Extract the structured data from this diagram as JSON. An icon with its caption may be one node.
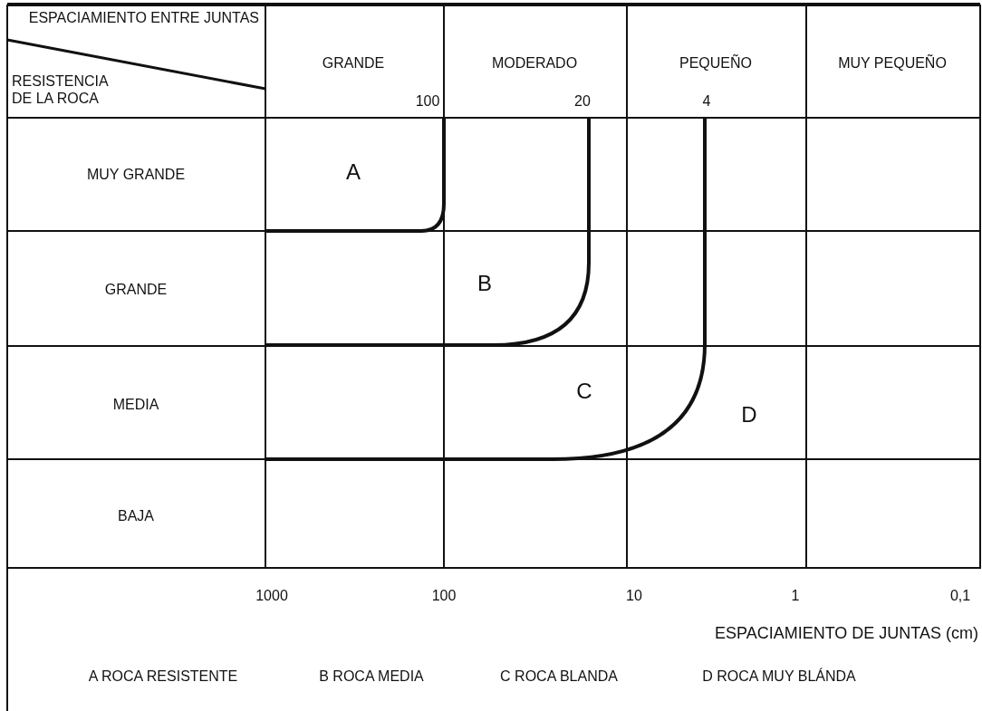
{
  "diagram": {
    "labels": [
      "ESPACIAMIENTO ENTRE JUNTAS",
      "GRANDE",
      "MODERADO",
      "PEQUEÑO",
      "MUY PEQUEÑO",
      "RESISTENCIA DE LA ROCA",
      "100",
      "20",
      "4",
      "MUY GRANDE",
      "A",
      "GRANDE",
      "B",
      "MEDIA",
      "C",
      "D",
      "BAJA",
      "1000",
      "100",
      "10",
      "1",
      "0,1",
      "ESPACIAMIENTO DE JUNTAS (cm)",
      "A ROCA RESISTENTE",
      "B ROCA MEDIA",
      "C ROCA BLANDA",
      "D ROCA MUY BLÁNDA"
    ]
  }
}
